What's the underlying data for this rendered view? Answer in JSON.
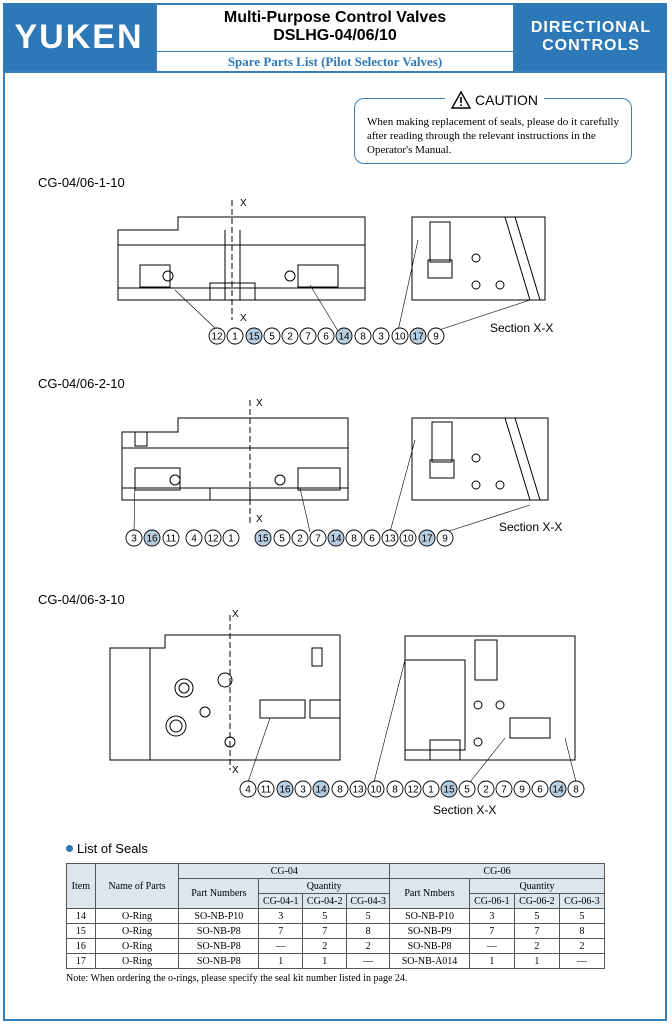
{
  "header": {
    "logo": "YUKEN",
    "title_line1": "Multi-Purpose Control Valves",
    "title_line2": "DSLHG-04/06/10",
    "subtitle": "Spare Parts List (Pilot Selector Valves)",
    "category_line1": "DIRECTIONAL",
    "category_line2": "CONTROLS"
  },
  "caution": {
    "title": "CAUTION",
    "text": "When making replacement of seals, please do it carefully after reading through the relevant instructions in the Operator's Manual."
  },
  "sections": [
    {
      "label": "CG-04/06-1-10",
      "section_label": "Section X-X",
      "callouts": [
        "12",
        "1",
        "15",
        "5",
        "2",
        "7",
        "6",
        "14",
        "8",
        "3",
        "10",
        "17",
        "9"
      ]
    },
    {
      "label": "CG-04/06-2-10",
      "section_label": "Section X-X",
      "callouts": [
        "3",
        "16",
        "11",
        "4",
        "12",
        "1",
        "15",
        "5",
        "2",
        "7",
        "14",
        "8",
        "6",
        "13",
        "10",
        "17",
        "9"
      ]
    },
    {
      "label": "CG-04/06-3-10",
      "section_label": "Section X-X",
      "callouts": [
        "4",
        "11",
        "16",
        "3",
        "14",
        "8",
        "13",
        "10",
        "8",
        "12",
        "1",
        "15",
        "5",
        "2",
        "7",
        "9",
        "6",
        "14",
        "8"
      ]
    }
  ],
  "seals": {
    "title": "List of Seals",
    "headers": {
      "item": "Item",
      "name": "Name of Parts",
      "cg04": "CG-04",
      "cg06": "CG-06",
      "part_numbers": "Part Numbers",
      "part_numbers_06": "Part Nmbers",
      "quantity": "Quantity",
      "q04": [
        "CG-04-1",
        "CG-04-2",
        "CG-04-3"
      ],
      "q06": [
        "CG-06-1",
        "CG-06-2",
        "CG-06-3"
      ]
    },
    "rows": [
      [
        "14",
        "O-Ring",
        "SO-NB-P10",
        "3",
        "5",
        "5",
        "SO-NB-P10",
        "3",
        "5",
        "5"
      ],
      [
        "15",
        "O-Ring",
        "SO-NB-P8",
        "7",
        "7",
        "8",
        "SO-NB-P9",
        "7",
        "7",
        "8"
      ],
      [
        "16",
        "O-Ring",
        "SO-NB-P8",
        "—",
        "2",
        "2",
        "SO-NB-P8",
        "—",
        "2",
        "2"
      ],
      [
        "17",
        "O-Ring",
        "SO-NB-P8",
        "1",
        "1",
        "—",
        "SO-NB-A014",
        "1",
        "1",
        "—"
      ]
    ],
    "note": "Note:  When ordering the o-rings, please specify the seal kit number listed in page 24."
  },
  "colors": {
    "brand_blue": "#2d79b8",
    "highlight": "#b7cde0"
  }
}
